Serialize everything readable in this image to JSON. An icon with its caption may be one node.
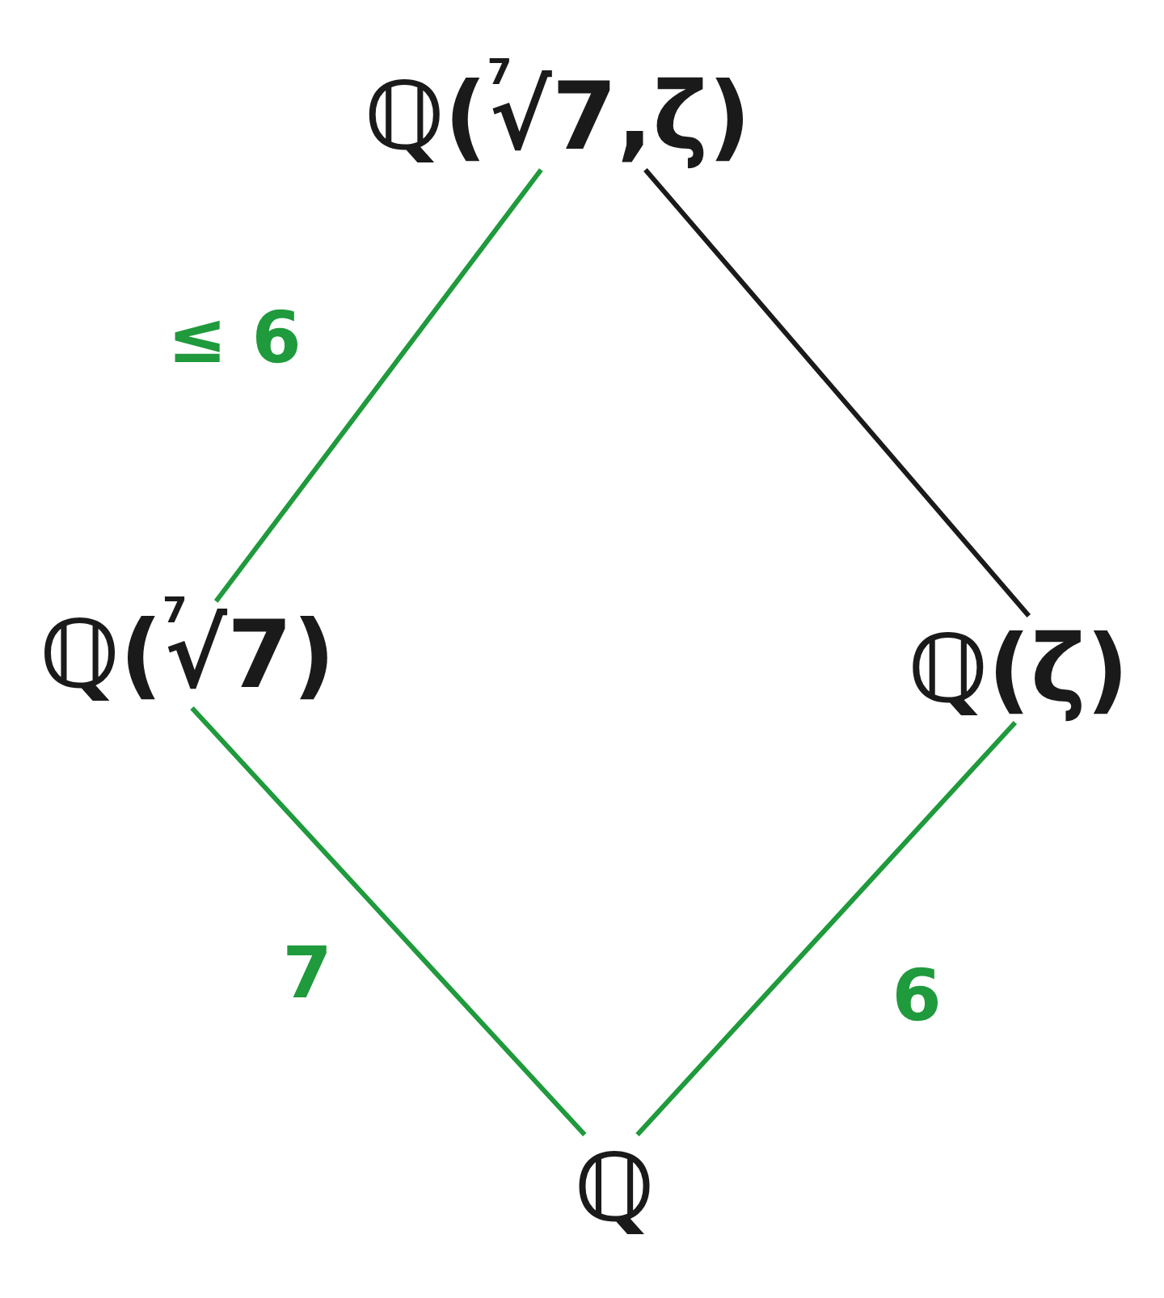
{
  "diagram": {
    "nodes": [
      {
        "text": [
          "ℚ($^{7}$√7,ζ)"
        ]
      },
      {
        "text": [
          "ℚ($^{7}$√7)"
        ]
      },
      {
        "text": [
          "ℚ(ζ)"
        ]
      },
      {
        "text": [
          "ℚ"
        ]
      }
    ],
    "edges": [
      {
        "from": 0,
        "to": 1,
        "arrow": "none",
        "label": "≤ 6"
      },
      {
        "from": 0,
        "to": 2,
        "arrow": "none",
        "color": "#1a1a1a"
      },
      {
        "from": 1,
        "to": 3,
        "arrow": "none",
        "label": "7"
      },
      {
        "from": 2,
        "to": 3,
        "arrow": "none",
        "label": "6"
      }
    ]
  }
}
